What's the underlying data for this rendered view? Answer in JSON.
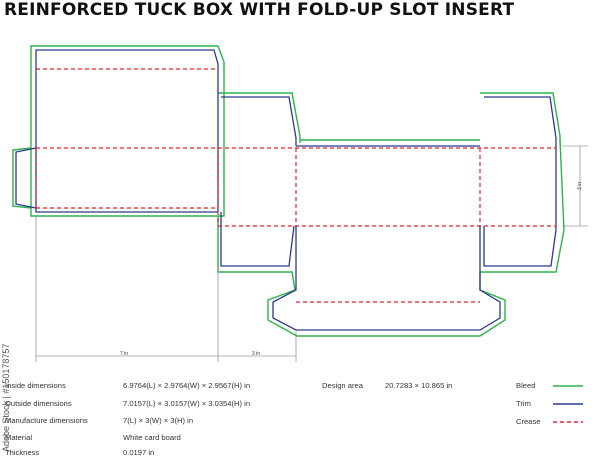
{
  "title": "REINFORCED TUCK BOX WITH FOLD-UP SLOT INSERT",
  "dimensions": {
    "length_label": "7 in",
    "width_label": "3 in",
    "height_label": "3 in"
  },
  "specs": [
    {
      "label": "Inside dimensions",
      "value": "6.9764(L) × 2.9764(W) × 2.9567(H) in"
    },
    {
      "label": "Outside dimensions",
      "value": "7.0157(L) × 3.0157(W) × 3.0354(H) in"
    },
    {
      "label": "Manufacture dimensions",
      "value": "7(L) × 3(W) × 3(H) in"
    },
    {
      "label": "Material",
      "value": "White card board"
    },
    {
      "label": "Thickness",
      "value": "0.0197 in"
    }
  ],
  "design_area": {
    "label": "Design area",
    "value": "20.7283 × 10.865 in"
  },
  "legend": [
    {
      "label": "Bleed",
      "color": "#2db34a",
      "style": "solid"
    },
    {
      "label": "Trim",
      "color": "#2b3a8f",
      "style": "solid"
    },
    {
      "label": "Crease",
      "color": "#e8232a",
      "style": "dashed"
    }
  ],
  "watermark": "Adobe Stock | #150178757"
}
